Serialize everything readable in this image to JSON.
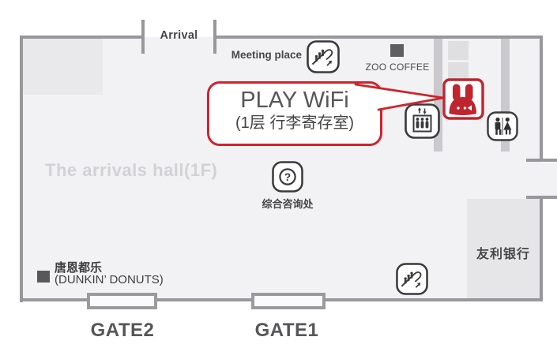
{
  "map": {
    "arrival": "Arrival",
    "meeting_place": "Meeting place",
    "zoo_coffee": "ZOO COFFEE",
    "hall_name": "The arrivals hall(1F)",
    "info_desk": "综合咨询处",
    "dunkin_cn": "唐恩都乐",
    "dunkin_en": "(DUNKIN’ DONUTS)",
    "bank": "友利银行",
    "gate1": "GATE1",
    "gate2": "GATE2"
  },
  "callout": {
    "title": "PLAY WiFi",
    "subtitle": "(1层 行李寄存室)"
  },
  "icons": {
    "question_glyph": "?",
    "meeting_place_icon": "escalator-icon",
    "exit_escalator_icon": "escalator-icon",
    "elevator_icon": "elevator-icon",
    "restroom_icon": "restroom-icon",
    "info_icon": "question-mark-icon",
    "play_wifi_icon": "rabbit-icon",
    "zoo_coffee_marker": "square-marker-icon",
    "dunkin_marker": "square-marker-icon"
  },
  "colors": {
    "accent_red": "#c9232c",
    "wall_gray": "#97979c",
    "floor_gray": "#f2f2f4",
    "hall_text_gray": "#d2d2d6",
    "label_dark": "#454547"
  }
}
